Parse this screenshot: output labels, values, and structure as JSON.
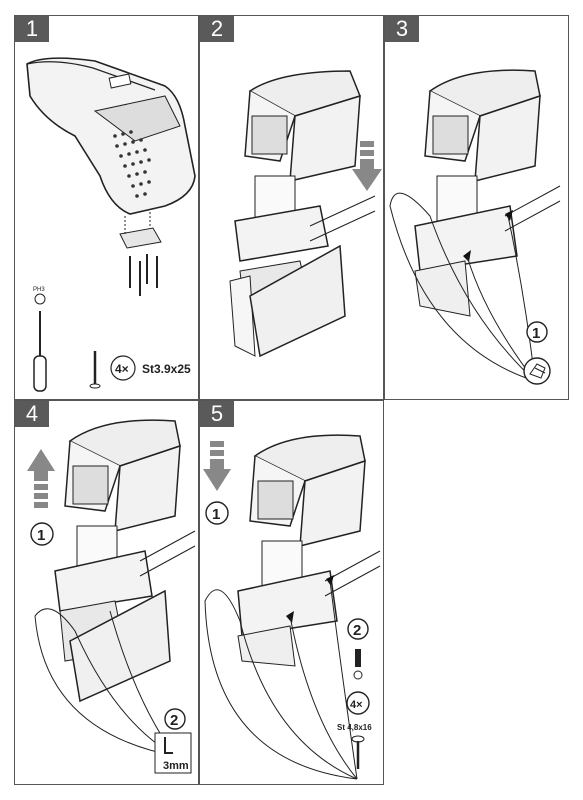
{
  "panels": [
    {
      "number": "1"
    },
    {
      "number": "2"
    },
    {
      "number": "3"
    },
    {
      "number": "4"
    },
    {
      "number": "5"
    }
  ],
  "step1": {
    "tool_label": "PH3",
    "screw_count": "4×",
    "screw_spec": "St3.9x25"
  },
  "step3": {
    "callout": "1"
  },
  "step4": {
    "callout_up": "1",
    "callout_tool": "2",
    "hex_size": "3mm"
  },
  "step5": {
    "callout_down": "1",
    "callout_screw": "2",
    "screw_count": "4×",
    "screw_spec": "St 4,8x16"
  }
}
